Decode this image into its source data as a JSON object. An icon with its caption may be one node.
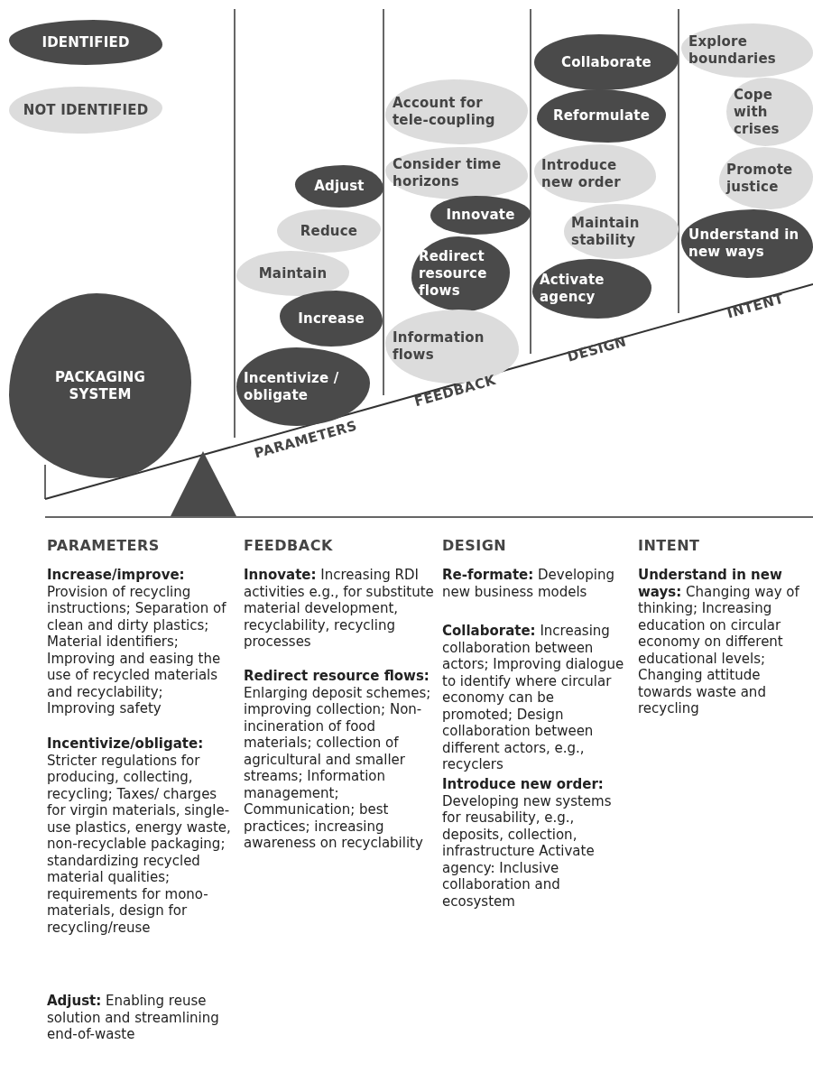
{
  "diagram": {
    "nodes": [
      {
        "text": [
          "PACKAGING SYSTEM"
        ]
      },
      {
        "text": [
          "Adjust"
        ]
      },
      {
        "text": [
          "Reduce"
        ]
      },
      {
        "text": [
          "Maintain"
        ]
      },
      {
        "text": [
          "Increase"
        ]
      },
      {
        "text": [
          "Incentivize / obligate"
        ]
      },
      {
        "text": [
          "Account for tele-coupling"
        ]
      },
      {
        "text": [
          "Consider time horizons"
        ]
      },
      {
        "text": [
          "Innovate"
        ]
      },
      {
        "text": [
          "Redirect resource flows"
        ]
      },
      {
        "text": [
          "Information flows"
        ]
      },
      {
        "text": [
          "Collaborate"
        ]
      },
      {
        "text": [
          "Reformulate"
        ]
      },
      {
        "text": [
          "Introduce new order"
        ]
      },
      {
        "text": [
          "Maintain stability"
        ]
      },
      {
        "text": [
          "Activate agency"
        ]
      },
      {
        "text": [
          "Explore boundaries"
        ]
      },
      {
        "text": [
          "Cope with crises"
        ]
      },
      {
        "text": [
          "Promote justice"
        ]
      },
      {
        "text": [
          "Understand in new ways"
        ]
      }
    ],
    "labels": [
      "PARAMETERS",
      "FEEDBACK",
      "DESIGN",
      "INTENT",
      "PARAMETERS",
      "**Increase/improve:** Provision of recycling instructions; Separation of clean and dirty plastics; Material identifiers; Improving and easing the use of recycled materials and recyclability; Improving safety",
      "**Incentivize/obligate:** Stricter regulations for producing, collecting, recycling; Taxes/ charges for virgin materials, single-use plastics, energy waste, non-recyclable packaging; standardizing recycled material qualities; requirements for mono-materials, design for recycling/reuse",
      "**Adjust:** Enabling reuse solution and streamlining end-of-waste",
      "FEEDBACK",
      "**Innovate:** Increasing RDI activities e.g., for substitute material development, recyclability, recycling processes",
      "**Redirect resource flows:** Enlarging deposit schemes; improving collection; Non-incineration of food materials; collection of agricultural and smaller streams; Information management; Communication; best practices; increasing awareness on recyclability",
      "DESIGN",
      "**Re-formate:** Developing new business models",
      "**Collaborate:** Increasing collaboration between actors; Improving dialogue to identify where circular economy can be promoted; Design collaboration between different actors, e.g., recyclers",
      "**Introduce new order:** Developing new systems for reusability, e.g., deposits, collection, infrastructure Activate agency: Inclusive collaboration and ecosystem",
      "INTENT",
      "**Understand in new ways:** Changing way of thinking; Increasing education on circular economy on different educational levels; Changing attitude towards waste and recycling"
    ],
    "legend": [
      {
        "text": "IDENTIFIED",
        "color": "#4a4a4a"
      },
      {
        "text": "NOT IDENTIFIED",
        "color": "#dcdcdc"
      }
    ]
  }
}
